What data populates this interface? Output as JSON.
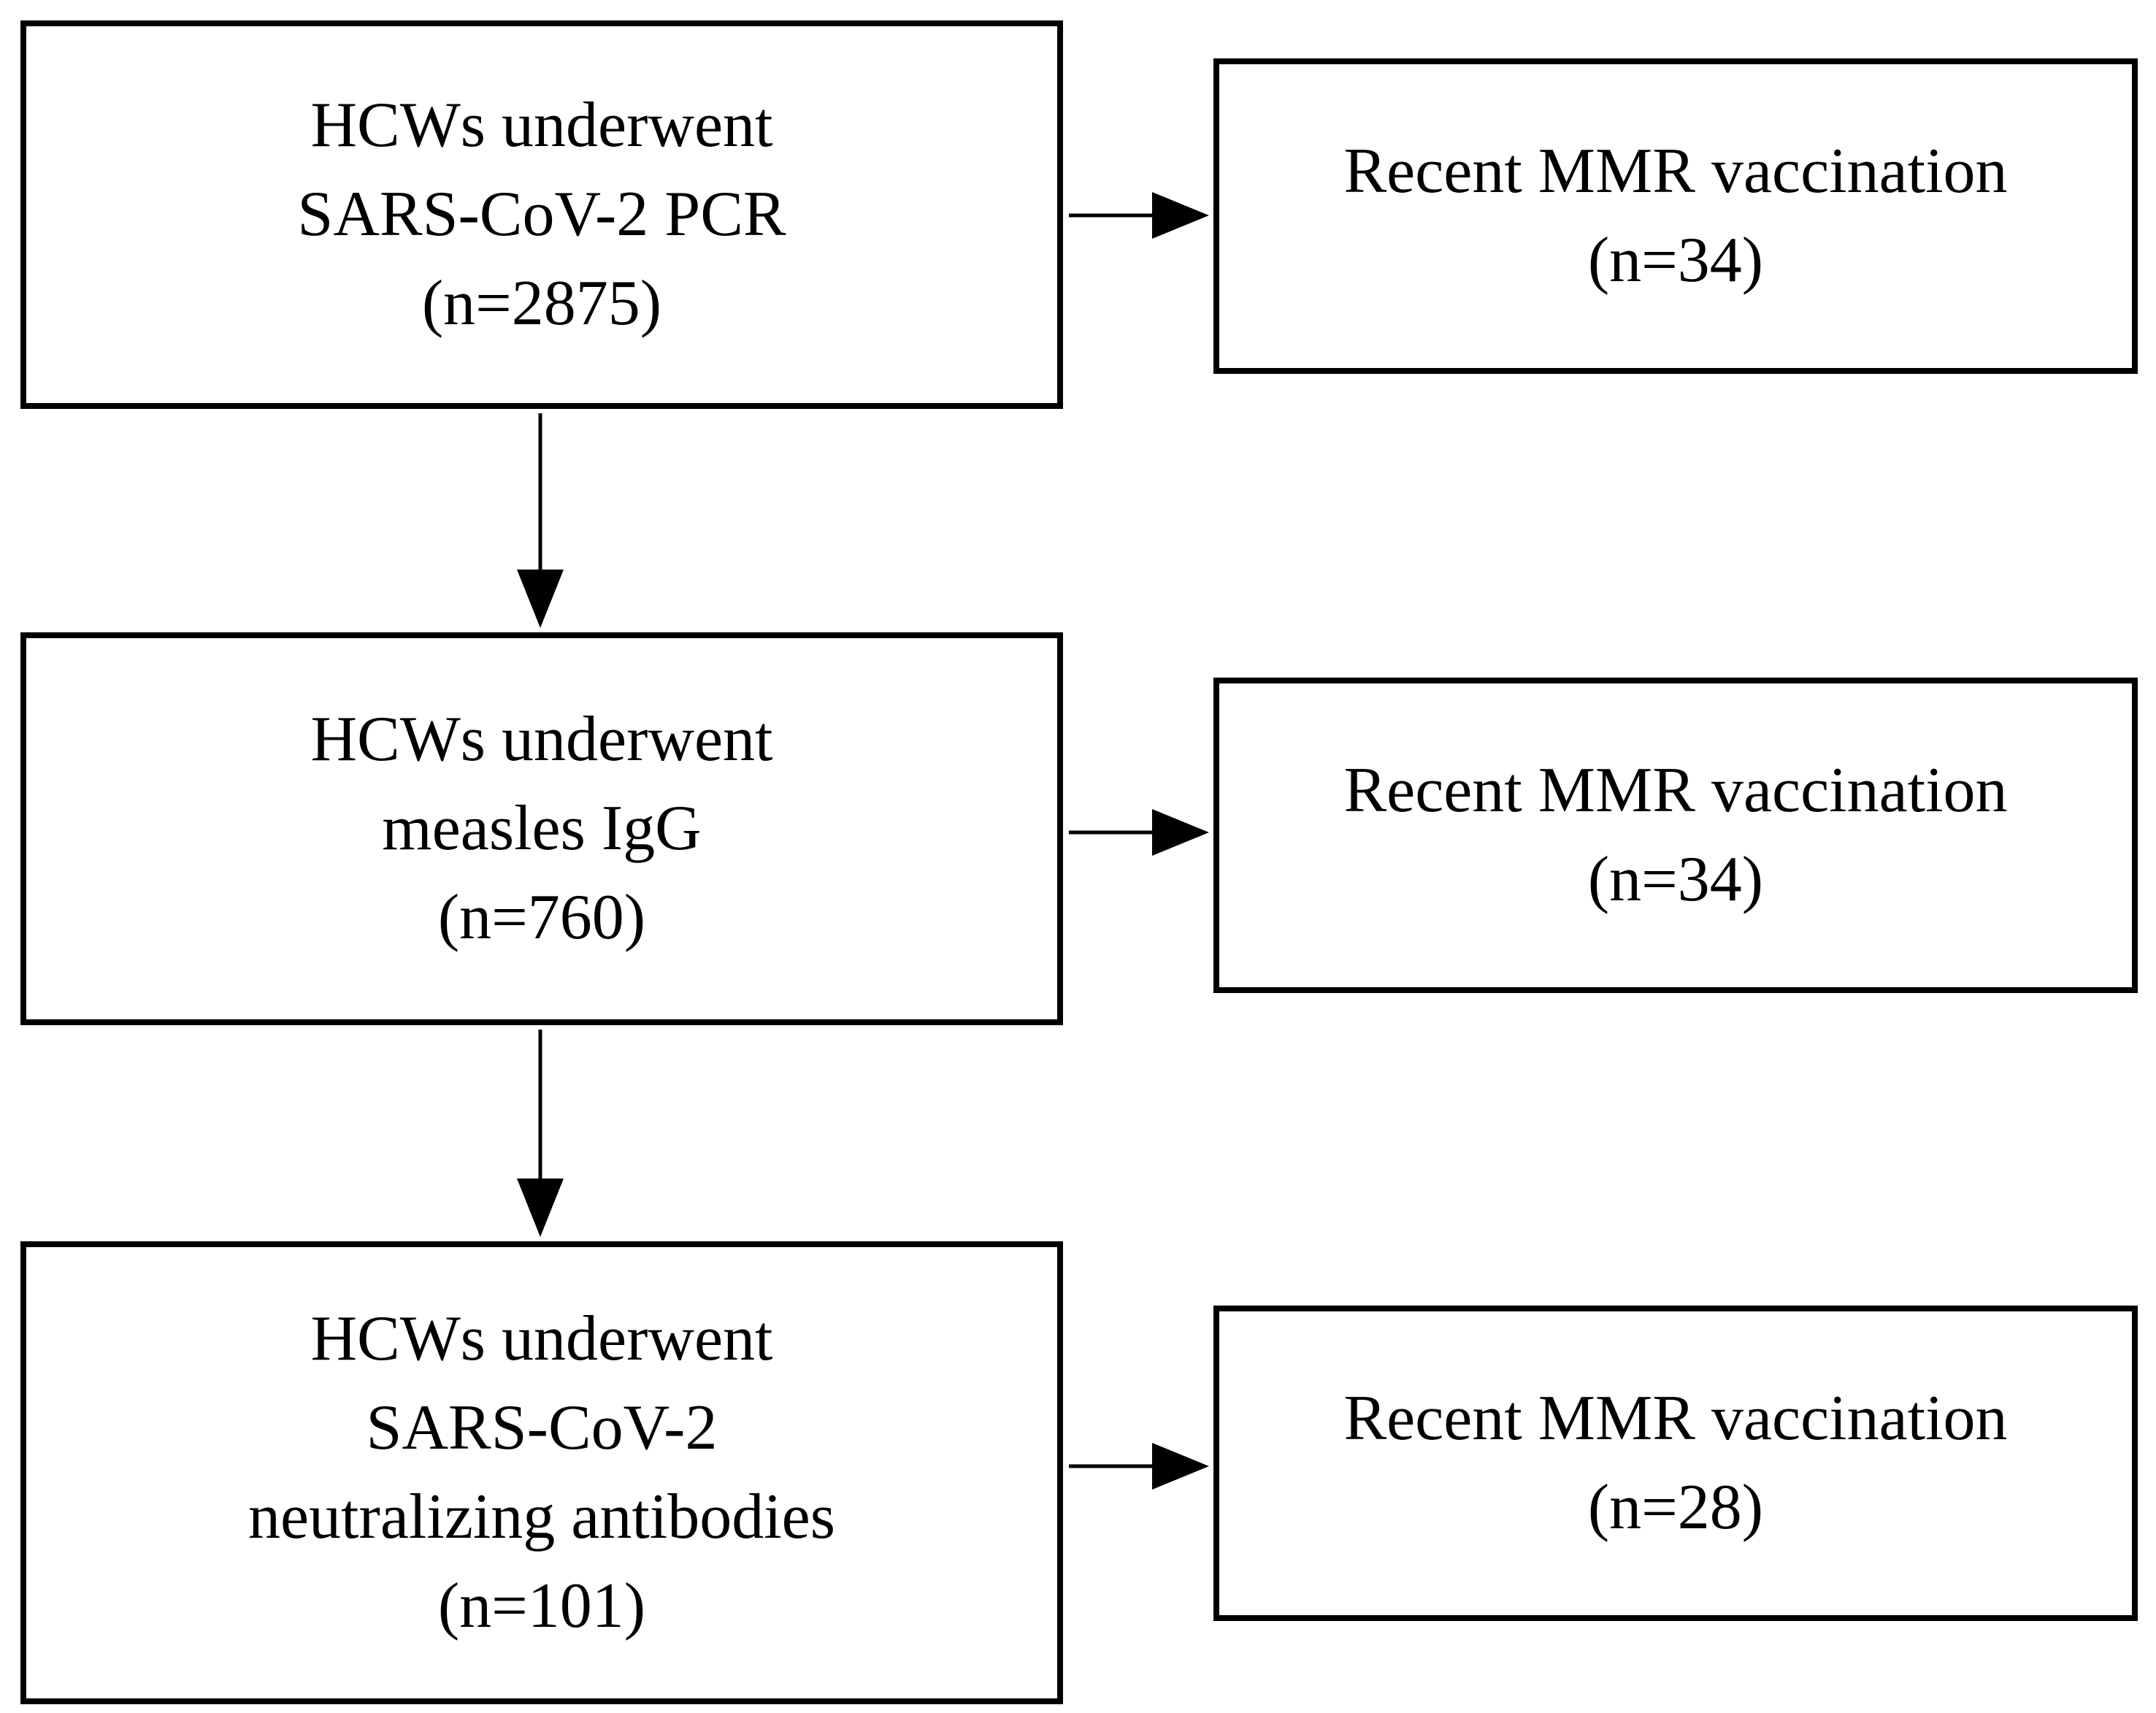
{
  "figure": {
    "type": "flowchart",
    "colors": {
      "background": "#ffffff",
      "box_border": "#000000",
      "text": "#000000",
      "arrow": "#000000"
    },
    "left_column": {
      "box1": {
        "line1": "HCWs underwent",
        "line2": "SARS-CoV-2 PCR",
        "line3": "(n=2875)"
      },
      "box2": {
        "line1": "HCWs underwent",
        "line2": "measles IgG",
        "line3": "(n=760)"
      },
      "box3": {
        "line1": "HCWs underwent",
        "line2": "SARS-CoV-2",
        "line3": "neutralizing antibodies",
        "line4": "(n=101)"
      }
    },
    "right_column": {
      "box1": {
        "line1": "Recent MMR vaccination",
        "line2": "(n=34)"
      },
      "box2": {
        "line1": "Recent MMR vaccination",
        "line2": "(n=34)"
      },
      "box3": {
        "line1": "Recent MMR vaccination",
        "line2": "(n=28)"
      }
    },
    "connections": [
      {
        "from": "left_column.box1",
        "to": "left_column.box2",
        "direction": "down"
      },
      {
        "from": "left_column.box2",
        "to": "left_column.box3",
        "direction": "down"
      },
      {
        "from": "left_column.box1",
        "to": "right_column.box1",
        "direction": "right"
      },
      {
        "from": "left_column.box2",
        "to": "right_column.box2",
        "direction": "right"
      },
      {
        "from": "left_column.box3",
        "to": "right_column.box3",
        "direction": "right"
      }
    ]
  }
}
